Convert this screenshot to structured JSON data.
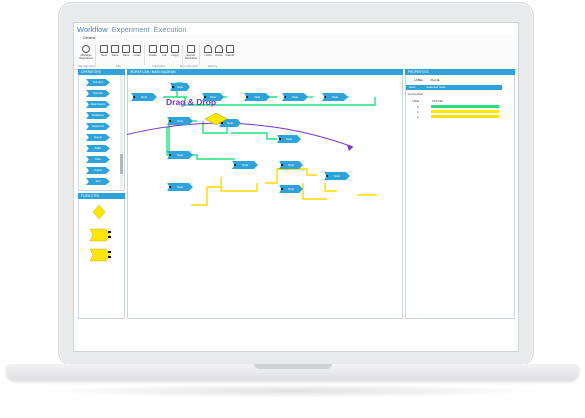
{
  "app": {
    "tabs": [
      "Workflow",
      "Experiment",
      "Execution"
    ],
    "active_tab": "Workflow"
  },
  "ribbon": {
    "tab": "General",
    "buttons": [
      {
        "label": "Manage Workflows",
        "icon": "gear-icon"
      },
      {
        "label": "New",
        "icon": "new-file-icon"
      },
      {
        "label": "Save",
        "icon": "save-icon"
      },
      {
        "label": "Save",
        "icon": "save-as-icon"
      },
      {
        "label": "Load",
        "icon": "load-icon"
      },
      {
        "label": "Paste",
        "icon": "paste-icon"
      },
      {
        "label": "Cut",
        "icon": "cut-icon"
      },
      {
        "label": "Copy",
        "icon": "copy-icon"
      },
      {
        "label": "Export Workflow",
        "icon": "export-icon"
      },
      {
        "label": "Undo",
        "icon": "undo-icon"
      },
      {
        "label": "Redo",
        "icon": "redo-icon"
      },
      {
        "label": "Delete",
        "icon": "delete-icon"
      }
    ],
    "groups": [
      "Management",
      "File",
      "Clipboard",
      "Export/Import",
      "History"
    ]
  },
  "left_panel": {
    "title": "OPERATORS",
    "items": [
      "Sub-Item",
      "Network",
      "Data Source",
      "Multiplexer",
      "Sequencer",
      "Queue",
      "Buffer",
      "Filter",
      "Output",
      "Sink"
    ]
  },
  "left_panel2": {
    "title": "FLOW CTRL"
  },
  "canvas": {
    "title": "WORKFLOW / MAIN DIAGRAM",
    "drag_label": "Drag & Drop"
  },
  "properties": {
    "title": "PROPERTIES",
    "col1": "LABEL",
    "col2": "VALUE",
    "selected_label": "label",
    "selected_value": "Selected node",
    "section": "Connection",
    "sub_col1": "TRIG",
    "sub_col2": "COLOR",
    "rows": [
      {
        "n": "0",
        "color": "#22e07a"
      },
      {
        "n": "1",
        "color": "#ffe600"
      },
      {
        "n": "2",
        "color": "#ffe600"
      }
    ]
  },
  "colors": {
    "accent": "#2ea3d9",
    "green_link": "#22e07a",
    "yellow_link": "#ffd800",
    "drag": "#7a2fc9"
  }
}
